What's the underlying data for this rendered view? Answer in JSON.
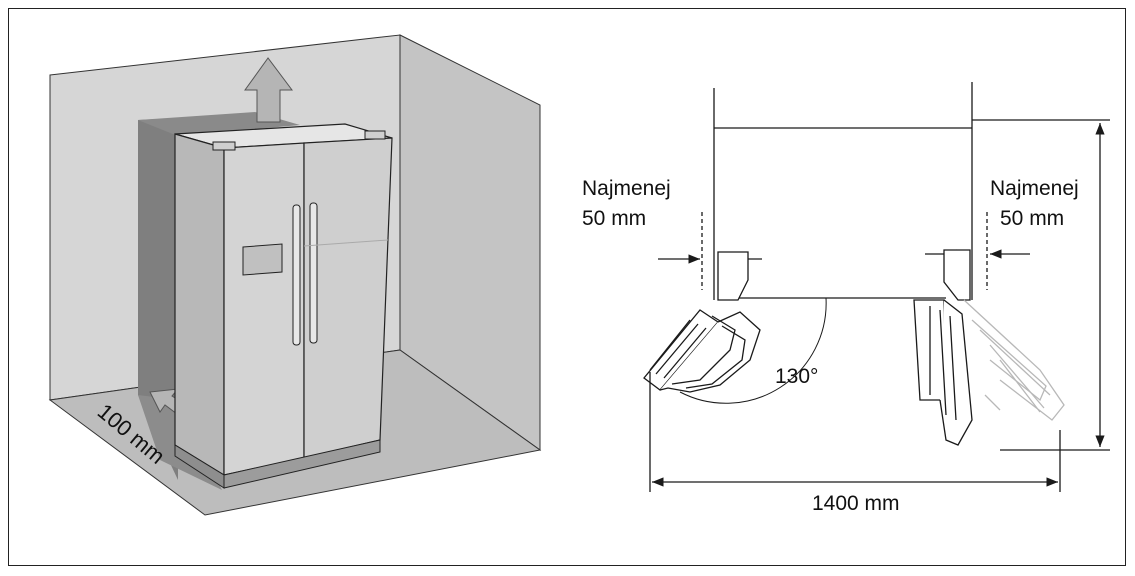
{
  "left_figure": {
    "clearance_label": "100 mm"
  },
  "right_figure": {
    "left_min_label_line1": "Najmenej",
    "left_min_label_line2": "50 mm",
    "right_min_label_line1": "Najmenej",
    "right_min_label_line2": "50 mm",
    "angle_label": "130°",
    "width_label": "1400 mm"
  },
  "colors": {
    "wall_light": "#d4d4d4",
    "wall_side": "#c6c6c6",
    "floor": "#c2c2c2",
    "shadow": "#8a8a8a",
    "fridge_front": "#d6d6d6",
    "fridge_side": "#b8b8b8",
    "fridge_top": "#e4e4e4",
    "line": "#1a1a1a"
  }
}
